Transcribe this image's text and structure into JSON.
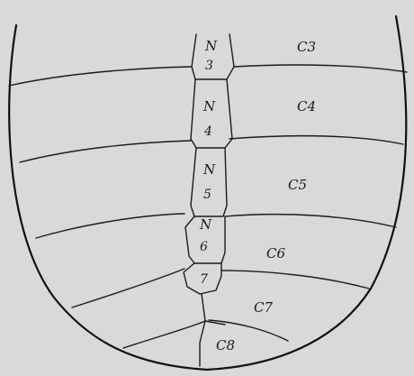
{
  "figure": {
    "background_color": "#d9d9d7",
    "line_color": "#1b1b1b",
    "labels": {
      "neural": [
        {
          "letter": "N",
          "number": "3"
        },
        {
          "letter": "N",
          "number": "4"
        },
        {
          "letter": "N",
          "number": "5"
        },
        {
          "letter": "N",
          "number": "6"
        },
        {
          "number": "7"
        }
      ],
      "costal": [
        "C3",
        "C4",
        "C5",
        "C6",
        "C7",
        "C8"
      ]
    }
  }
}
